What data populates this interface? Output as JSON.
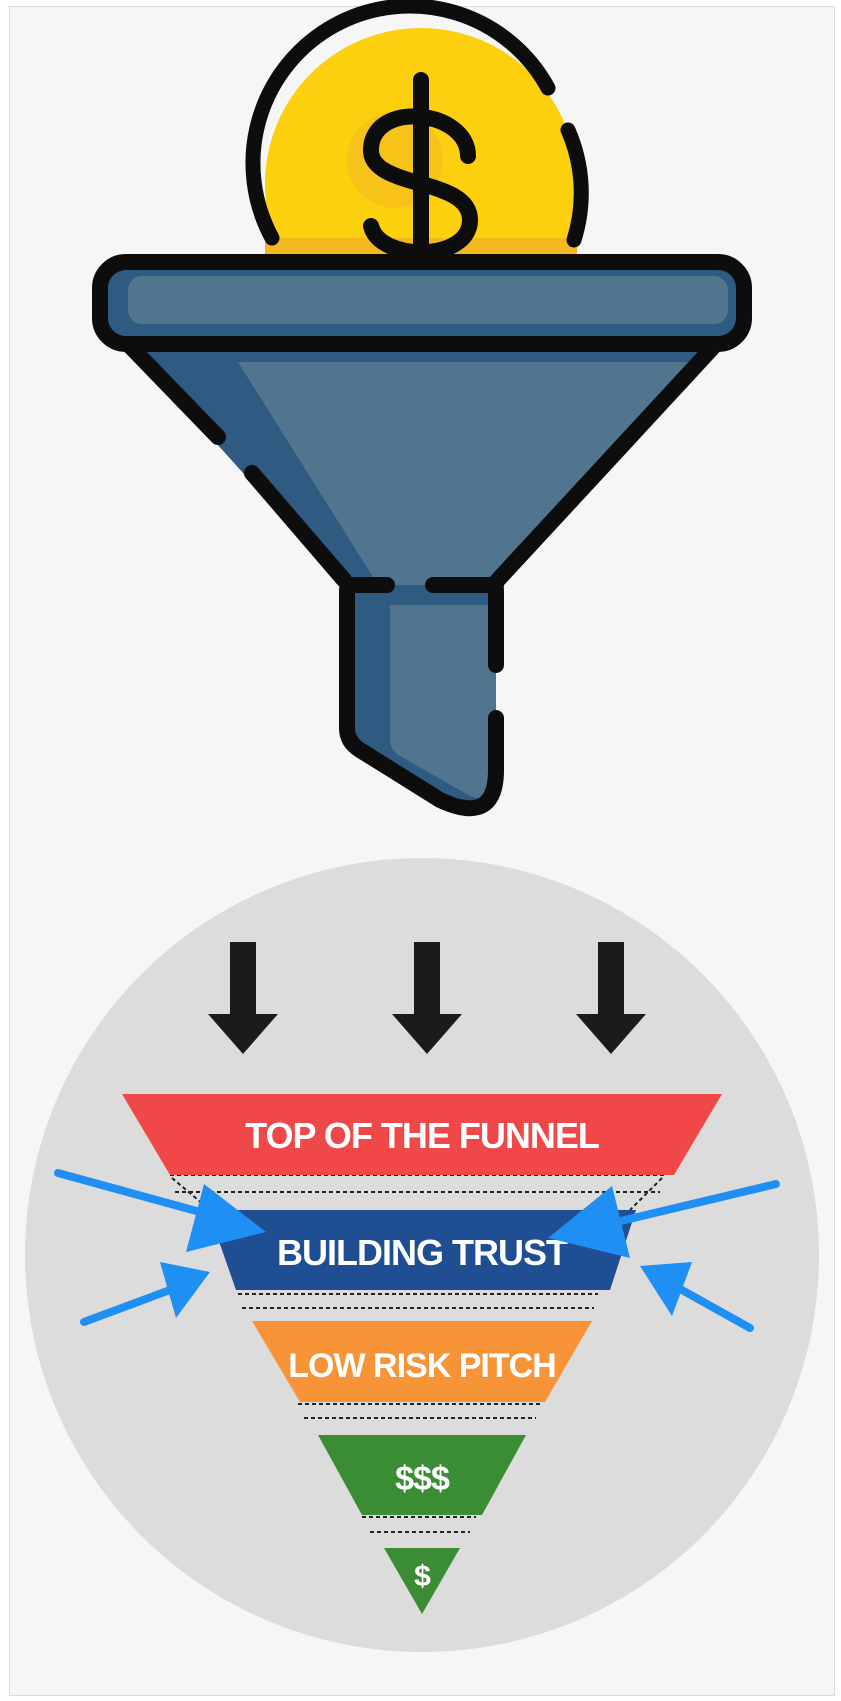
{
  "colors": {
    "coin": "#fcd00e",
    "coin_shade": "#f3b820",
    "funnel_light": "#52758f",
    "funnel_dark": "#2f5a82",
    "outline": "#0d0d0d",
    "circle_bg": "#dcdcdc",
    "arrow_blue": "#1f8ff3",
    "stage_top": "#f04848",
    "stage_trust": "#1f4e92",
    "stage_pitch": "#f79438",
    "stage_money": "#3a8d34"
  },
  "icons": {
    "coin": "dollar-coin-icon",
    "funnel": "funnel-icon",
    "down_arrow": "down-arrow-icon",
    "side_arrow": "blue-arrow-icon"
  },
  "funnel_diagram": {
    "stages": [
      {
        "label": "TOP OF THE FUNNEL",
        "color": "#f04848"
      },
      {
        "label": "BUILDING TRUST",
        "color": "#1f4e92"
      },
      {
        "label": "LOW RISK PITCH",
        "color": "#f79438"
      },
      {
        "label": "$$$",
        "color": "#3a8d34"
      },
      {
        "label": "$",
        "color": "#3a8d34"
      }
    ]
  }
}
